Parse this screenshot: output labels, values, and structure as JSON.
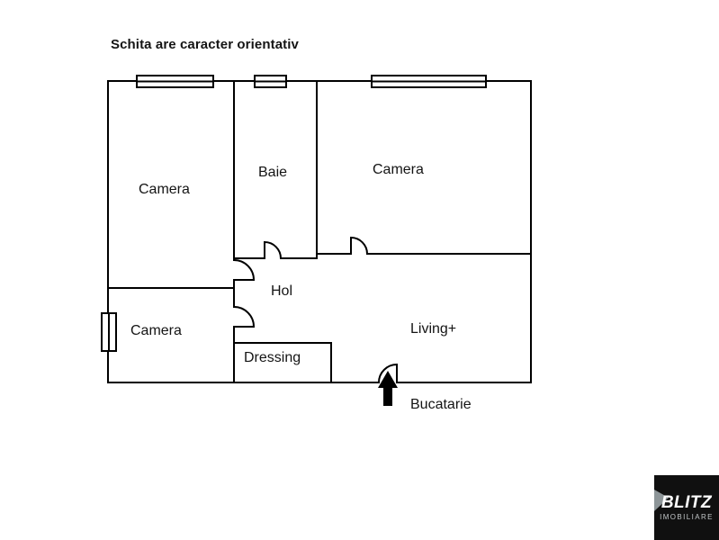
{
  "title": "Schita are caracter orientativ",
  "rooms": {
    "camera_top_left": "Camera",
    "baie": "Baie",
    "camera_top_right": "Camera",
    "hol": "Hol",
    "camera_bottom_left": "Camera",
    "living_line1": "Living+",
    "living_line2": "Bucatarie",
    "dressing": "Dressing"
  },
  "logo": {
    "brand": "BLITZ",
    "sub": "IMOBILIARE",
    "bg_color": "#101010",
    "accent_color": "#8d9598",
    "text_color": "#ffffff"
  },
  "colors": {
    "background": "#ffffff",
    "wall": "#000000"
  }
}
